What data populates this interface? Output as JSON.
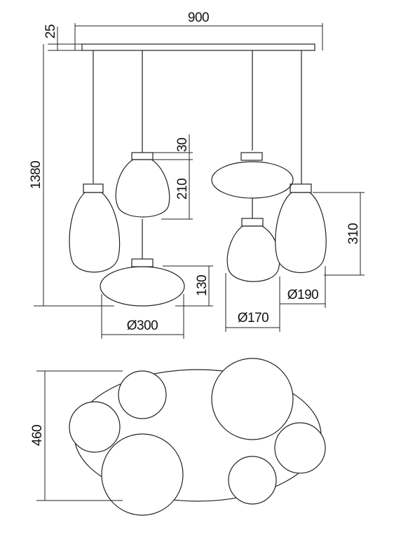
{
  "dimensions": {
    "width_total": "900",
    "canopy_height": "25",
    "total_height": "1380",
    "cap_height": "30",
    "small_shade_height": "210",
    "tall_shade_height": "310",
    "flat_shade_height": "130",
    "flat_shade_diameter": "Ø300",
    "small_shade_diameter": "Ø170",
    "tall_shade_diameter": "Ø190",
    "plan_depth": "460"
  }
}
